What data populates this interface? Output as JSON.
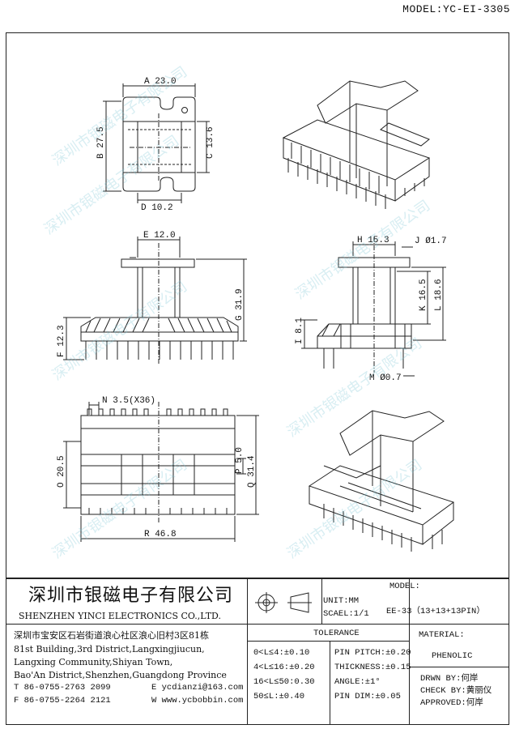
{
  "header": {
    "model": "MODEL:YC-EI-3305"
  },
  "dimensions": {
    "a": "A 23.0",
    "b": "B 27.5",
    "c": "C 13.6",
    "d": "D 10.2",
    "e": "E 12.0",
    "f": "F 12.3",
    "g": "G 31.9",
    "h": "H 15.3",
    "i": "I 8.1",
    "j": "J Ø1.7",
    "k": "K 16.5",
    "l": "L 18.6",
    "m": "M Ø0.7",
    "n": "N 3.5(X36)",
    "o": "O 20.5",
    "p": "P 5.0",
    "q": "Q 31.4",
    "r": "R 46.8"
  },
  "watermark": "深圳市银磁电子有限公司",
  "company": {
    "name_cn": "深圳市银磁电子有限公司",
    "name_en": "SHENZHEN YINCI ELECTRONICS CO.,LTD.",
    "address": [
      "深圳市宝安区石岩街道浪心社区浪心旧村3区81栋",
      "81st Building,3rd District,Langxingjiucun,",
      "Langxing Community,Shiyan Town,",
      "Bao'An District,Shenzhen,Guangdong Province"
    ],
    "tel": "T 86-0755-2763 2099",
    "email": "E ycdianzi@163.com",
    "fax": "F 86-0755-2264 2121",
    "web": "W www.ycbobbin.com"
  },
  "units": {
    "unit": "UNIT:MM",
    "scale": "SCAEL:1/1"
  },
  "tolerance": {
    "title": "TOLERANCE",
    "left": [
      "0<L≤4:±0.10",
      "4<L≤16:±0.20",
      "16<L≤50:0.30",
      "50≤L:±0.40"
    ],
    "right": [
      "PIN PITCH:±0.20",
      "THICKNESS:±0.15",
      "ANGLE:±1°",
      "PIN DIM:±0.05"
    ]
  },
  "model_block": {
    "label": "MODEL:",
    "value": "EE-33（13+13+13PIN）"
  },
  "material": {
    "label": "MATERIAL:",
    "value": "PHENOLIC"
  },
  "people": {
    "drawn": "DRWN BY:何岸",
    "check": "CHECK BY:黄丽仪",
    "approved": "APPROVED:何岸"
  }
}
